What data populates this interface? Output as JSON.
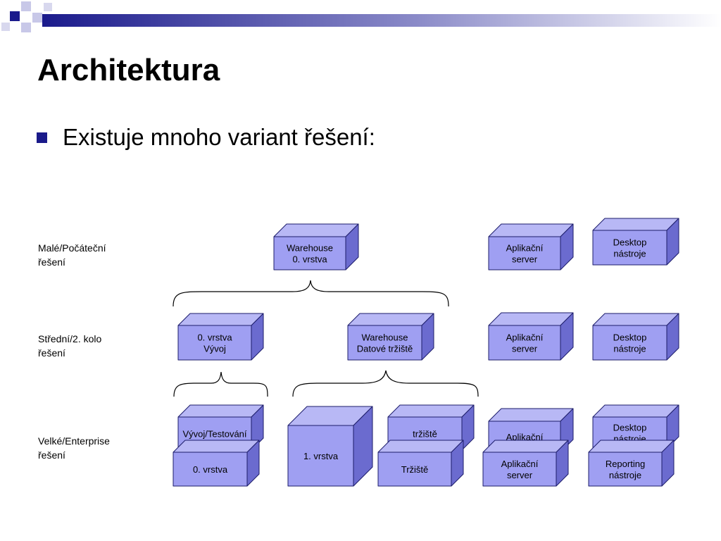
{
  "slide": {
    "title": "Architektura",
    "bullet": "Existuje mnoho variant řešení:"
  },
  "rows": {
    "small": "Malé/Počáteční\nřešení",
    "medium": "Střední/2. kolo\nřešení",
    "large": "Velké/Enterprise\nřešení"
  },
  "boxes": {
    "r1_warehouse": [
      "Warehouse",
      "0. vrstva"
    ],
    "r1_app": [
      "Aplikační",
      "server"
    ],
    "r1_desktop": [
      "Desktop",
      "nástroje"
    ],
    "r2_vrstva": [
      "0. vrstva",
      "Vývoj"
    ],
    "r2_warehouse": [
      "Warehouse",
      "Datové tržiště"
    ],
    "r2_app": [
      "Aplikační",
      "server"
    ],
    "r2_desktop": [
      "Desktop",
      "nástroje"
    ],
    "r3_vyvoj_back": [
      "Vývoj/Testování"
    ],
    "r3_vrstva0": [
      "0. vrstva"
    ],
    "r3_vrstva1": [
      "1. vrstva"
    ],
    "r3_trziste_back": [
      "tržiště"
    ],
    "r3_trziste": [
      "Tržiště"
    ],
    "r3_app_back": [
      "Aplikační"
    ],
    "r3_app": [
      "Aplikační",
      "server"
    ],
    "r3_desktop_back": [
      "Desktop",
      "nástroje"
    ],
    "r3_reporting": [
      "Reporting",
      "nástroje"
    ]
  },
  "colors": {
    "box_front": "#9f9ff2",
    "box_top": "#b8b8f5",
    "box_side": "#6b6bcf",
    "box_edge": "#1d1d6a",
    "accent": "#1a1a8a"
  }
}
